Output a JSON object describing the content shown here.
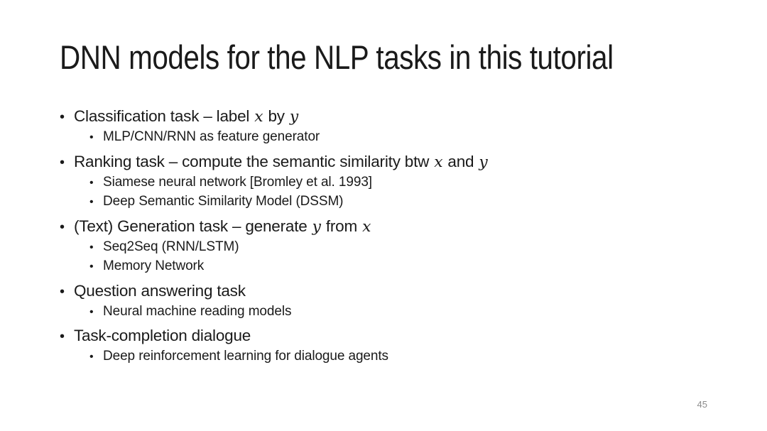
{
  "slide": {
    "title": "DNN models for the NLP tasks in this tutorial",
    "page_number": "45"
  },
  "colors": {
    "background": "#ffffff",
    "text": "#1a1a1a",
    "page_number": "#8c8c8c"
  },
  "bullet_marker": "•",
  "bullets": [
    {
      "level": 1,
      "parts": [
        {
          "text": "Classification task – label "
        },
        {
          "text": "x",
          "style": "math"
        },
        {
          "text": " by "
        },
        {
          "text": "y",
          "style": "math"
        }
      ]
    },
    {
      "level": 2,
      "parts": [
        {
          "text": "MLP/CNN/RNN as feature generator"
        }
      ]
    },
    {
      "level": 1,
      "parts": [
        {
          "text": "Ranking task – compute the semantic similarity btw "
        },
        {
          "text": "x",
          "style": "math"
        },
        {
          "text": " and "
        },
        {
          "text": "y",
          "style": "math"
        }
      ]
    },
    {
      "level": 2,
      "parts": [
        {
          "text": "Siamese neural network [Bromley et al. 1993]"
        }
      ]
    },
    {
      "level": 2,
      "parts": [
        {
          "text": "Deep Semantic Similarity Model (DSSM)"
        }
      ]
    },
    {
      "level": 1,
      "parts": [
        {
          "text": "(Text) Generation task – generate "
        },
        {
          "text": "y",
          "style": "math"
        },
        {
          "text": " from "
        },
        {
          "text": "x",
          "style": "math"
        }
      ]
    },
    {
      "level": 2,
      "parts": [
        {
          "text": "Seq2Seq (RNN/LSTM)"
        }
      ]
    },
    {
      "level": 2,
      "parts": [
        {
          "text": "Memory Network"
        }
      ]
    },
    {
      "level": 1,
      "parts": [
        {
          "text": "Question answering task"
        }
      ]
    },
    {
      "level": 2,
      "parts": [
        {
          "text": "Neural machine reading models"
        }
      ]
    },
    {
      "level": 1,
      "parts": [
        {
          "text": "Task-completion dialogue"
        }
      ]
    },
    {
      "level": 2,
      "parts": [
        {
          "text": "Deep reinforcement learning for dialogue agents"
        }
      ]
    }
  ]
}
